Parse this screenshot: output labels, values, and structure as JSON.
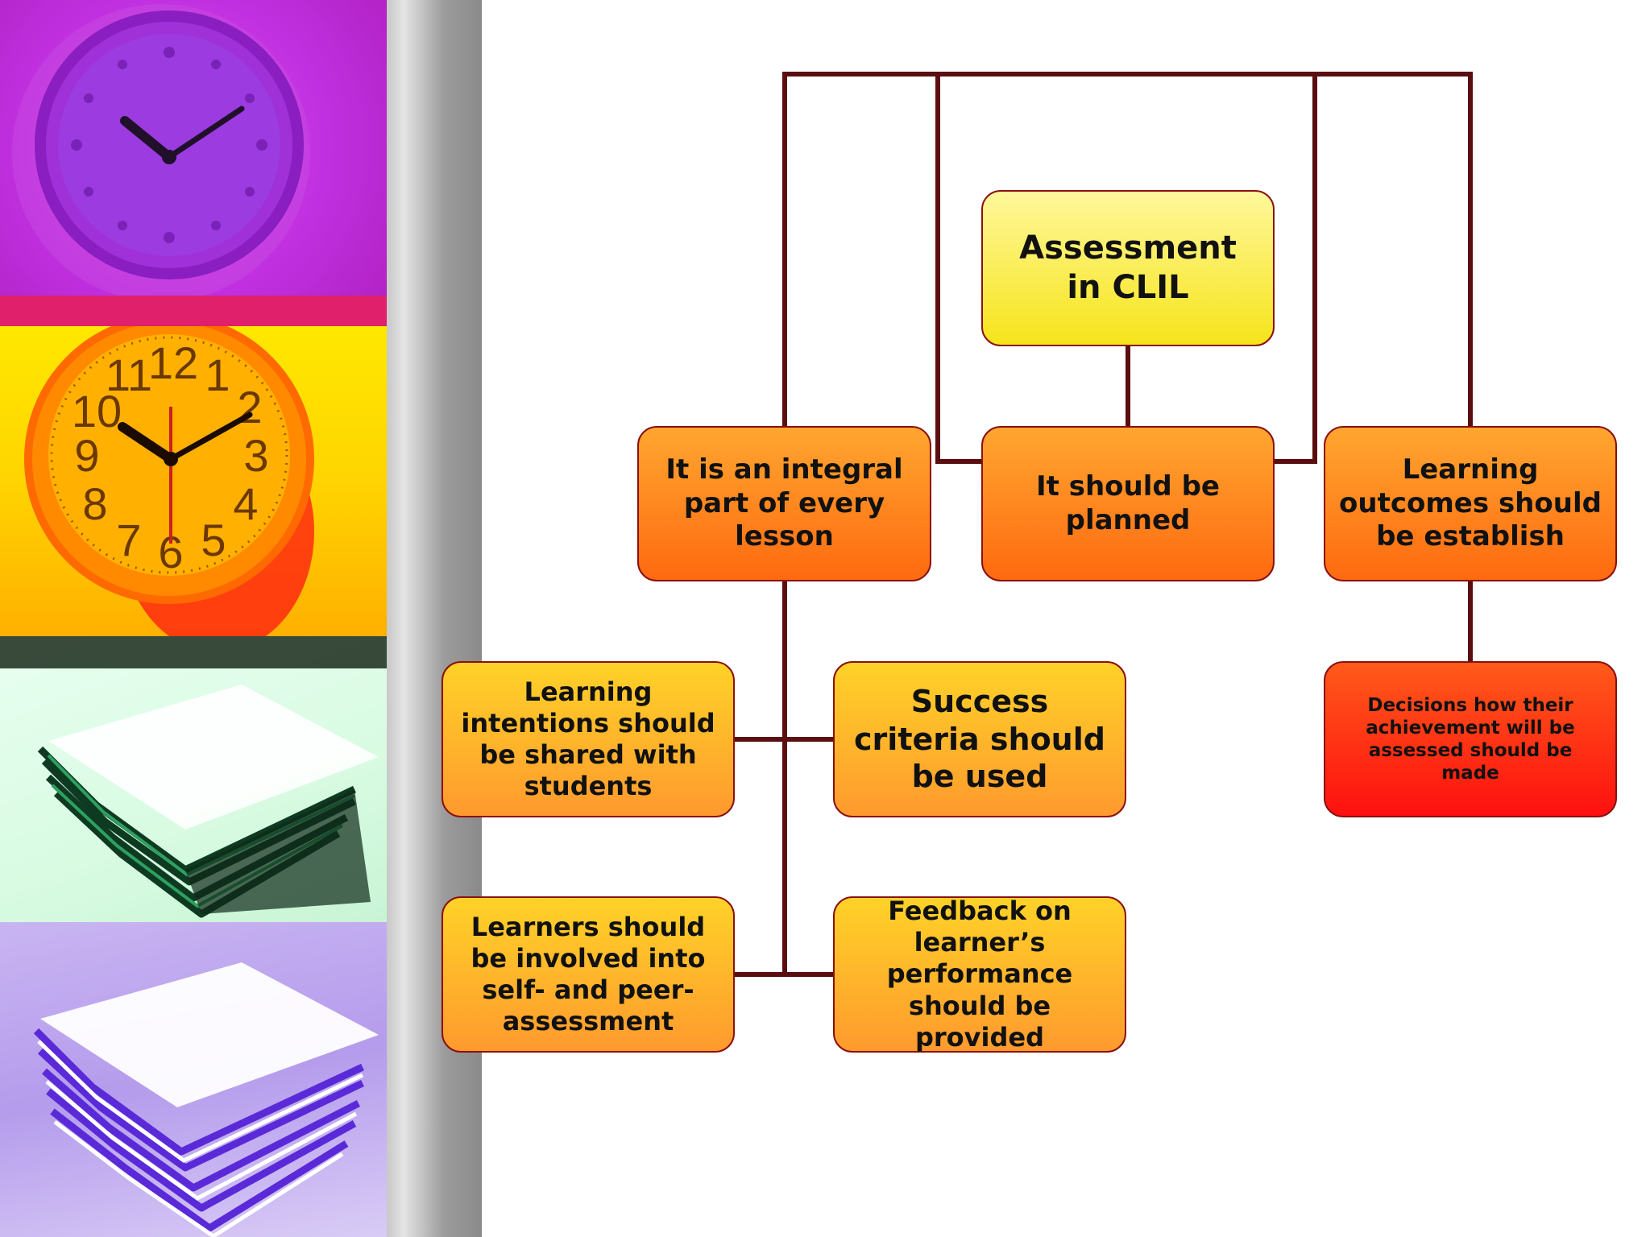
{
  "diagram": {
    "root": {
      "label": "Assessment\nin CLIL"
    },
    "principles": [
      {
        "label": "It is an integral part of every lesson"
      },
      {
        "label": "It should be planned"
      },
      {
        "label": "Learning outcomes should be establish"
      }
    ],
    "practices": [
      {
        "label": "Learning intentions should be shared with students"
      },
      {
        "label": "Success criteria should be used"
      },
      {
        "label": "Learners should be involved into self- and peer-assessment"
      },
      {
        "label": "Feedback on learner’s performance should be provided"
      }
    ],
    "outcome_detail": {
      "label": "Decisions how their achievement will be assessed should be made"
    }
  },
  "colors": {
    "connector": "#5a0e10",
    "box_border": "#8a1010",
    "root_fill": "#f6e41a",
    "principle_fill": "#ff7a18",
    "practice_fill": "#ffb22e",
    "detail_fill": "#ff1a10"
  },
  "decorations": [
    "clock-magenta-icon",
    "clock-orange-icon",
    "papers-green-icon",
    "papers-violet-icon"
  ]
}
